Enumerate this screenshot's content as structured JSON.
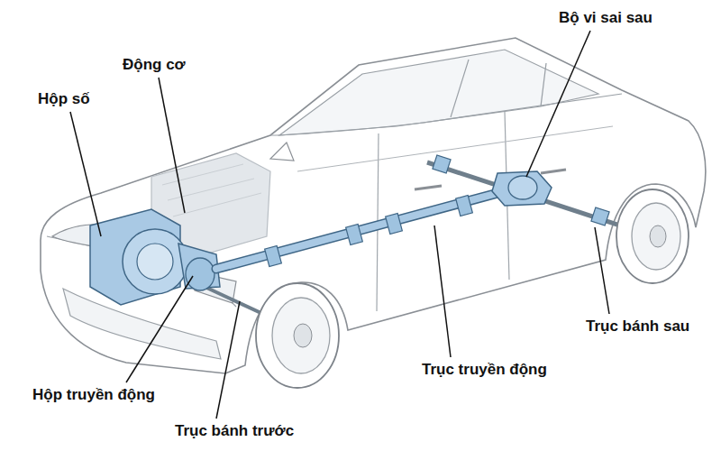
{
  "diagram": {
    "labels": [
      "Bộ vi sai sau",
      "Động cơ",
      "Hộp số",
      "Trục bánh sau",
      "Trục truyền động",
      "Hộp truyền động",
      "Trục bánh trước"
    ]
  }
}
